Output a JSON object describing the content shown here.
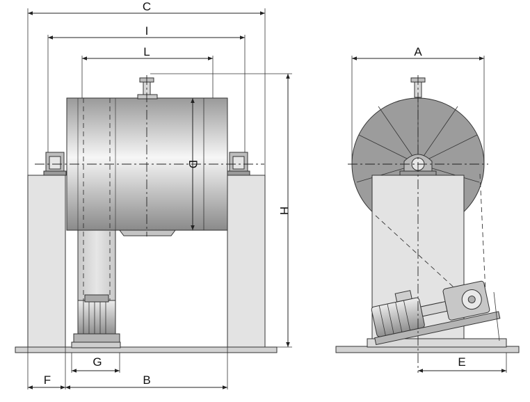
{
  "labels": {
    "C": "C",
    "I": "I",
    "L": "L",
    "A": "A",
    "D": "D",
    "H": "H",
    "G": "G",
    "F": "F",
    "B": "B",
    "E": "E"
  },
  "colors": {
    "stand": "#e2e2e2",
    "drum_dark": "#8e8e8e",
    "drum_light": "#f4f4f4",
    "base": "#d6d6d6",
    "line": "#222222"
  }
}
